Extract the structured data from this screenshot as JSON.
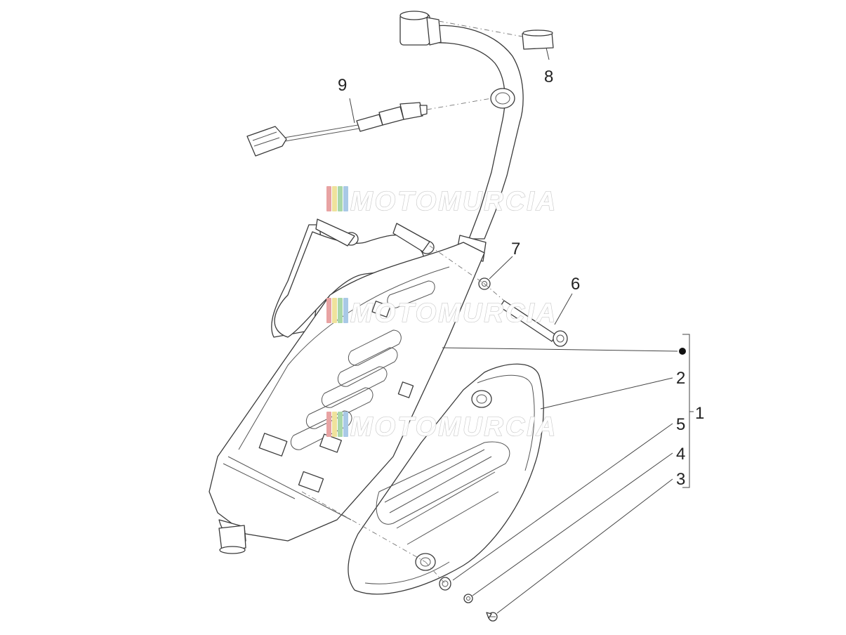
{
  "watermark": {
    "text": "MOTOMURCIA",
    "stripe_colors": [
      "#e8a3a3",
      "#efe29c",
      "#a9d7a9",
      "#a9c9e6"
    ]
  },
  "callouts": {
    "c1": "1",
    "c2": "2",
    "c3": "3",
    "c4": "4",
    "c5": "5",
    "c6": "6",
    "c7": "7",
    "c8": "8",
    "c9": "9"
  }
}
